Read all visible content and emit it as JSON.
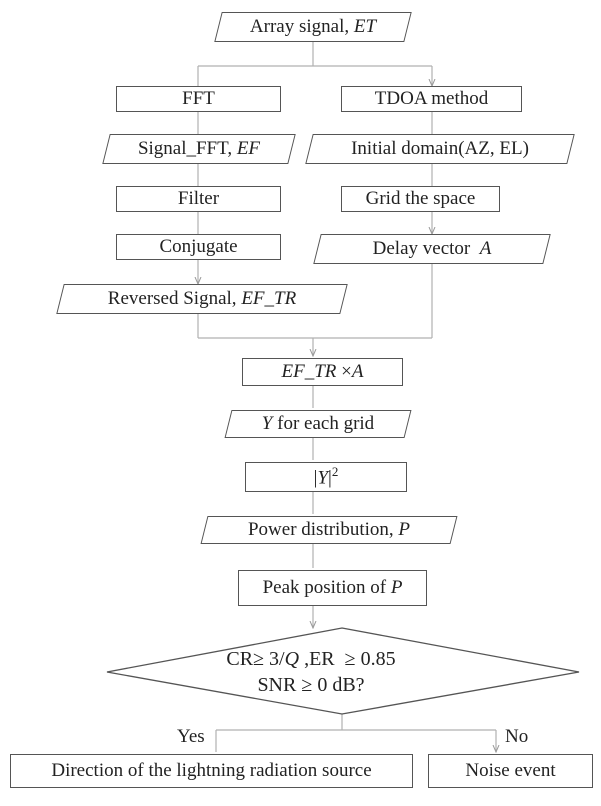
{
  "flowchart": {
    "array_signal": {
      "prefix": "Array signal, ",
      "var": "ET"
    },
    "fft": "FFT",
    "tdoa": "TDOA method",
    "signal_fft": {
      "prefix": "Signal_FFT, ",
      "var": "EF"
    },
    "initial_domain": "Initial domain(AZ, EL)",
    "filter": "Filter",
    "grid_space": "Grid the space",
    "conjugate": "Conjugate",
    "delay_vector": {
      "prefix": "Delay vector  ",
      "var": "A"
    },
    "reversed_signal": {
      "prefix": "Reversed Signal, ",
      "var": "EF_TR"
    },
    "product": {
      "var1": "EF_TR",
      "op": " ×",
      "var2": "A"
    },
    "y_grid": {
      "var": "Y",
      "suffix": " for each grid"
    },
    "y_squared": {
      "open": "|",
      "var": "Y",
      "close": "|",
      "exp": "2"
    },
    "power": {
      "prefix": "Power distribution, ",
      "var": "P"
    },
    "peak": {
      "prefix": "Peak position of ",
      "var": "P"
    },
    "decision": {
      "line1_a": "CR≥ 3/",
      "line1_var": "Q",
      "line1_b": " ,ER  ≥ 0.85",
      "line2": "SNR ≥ 0 dB?"
    },
    "yes_label": "Yes",
    "no_label": "No",
    "direction": "Direction of the lightning radiation source",
    "noise": "Noise event"
  }
}
